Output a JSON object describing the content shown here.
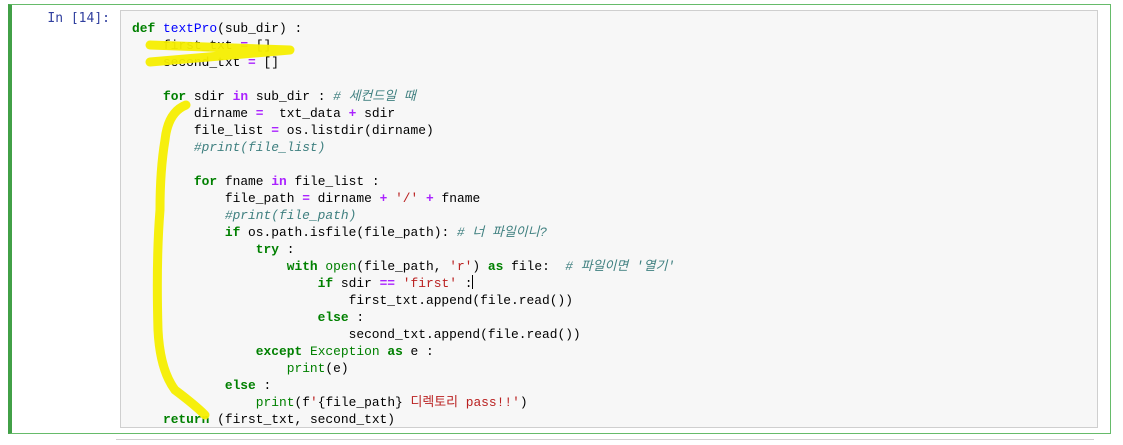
{
  "cell": {
    "prompt": "In [14]:",
    "lines": [
      [
        {
          "t": "kw",
          "v": "def"
        },
        {
          "t": "",
          "v": " "
        },
        {
          "t": "fn",
          "v": "textPro"
        },
        {
          "t": "",
          "v": "(sub_dir) :"
        }
      ],
      [
        {
          "t": "",
          "v": "    first_txt "
        },
        {
          "t": "op",
          "v": "="
        },
        {
          "t": "",
          "v": " []"
        }
      ],
      [
        {
          "t": "",
          "v": "    second_txt "
        },
        {
          "t": "op",
          "v": "="
        },
        {
          "t": "",
          "v": " []"
        }
      ],
      [],
      [
        {
          "t": "",
          "v": "    "
        },
        {
          "t": "kw",
          "v": "for"
        },
        {
          "t": "",
          "v": " sdir "
        },
        {
          "t": "op",
          "v": "in"
        },
        {
          "t": "",
          "v": " sub_dir : "
        },
        {
          "t": "cmt",
          "v": "# 세컨드일 때"
        }
      ],
      [
        {
          "t": "",
          "v": "        dirname "
        },
        {
          "t": "op",
          "v": "="
        },
        {
          "t": "",
          "v": "  txt_data "
        },
        {
          "t": "op",
          "v": "+"
        },
        {
          "t": "",
          "v": " sdir"
        }
      ],
      [
        {
          "t": "",
          "v": "        file_list "
        },
        {
          "t": "op",
          "v": "="
        },
        {
          "t": "",
          "v": " os.listdir(dirname)"
        }
      ],
      [
        {
          "t": "",
          "v": "        "
        },
        {
          "t": "cmt",
          "v": "#print(file_list)"
        }
      ],
      [],
      [
        {
          "t": "",
          "v": "        "
        },
        {
          "t": "kw",
          "v": "for"
        },
        {
          "t": "",
          "v": " fname "
        },
        {
          "t": "op",
          "v": "in"
        },
        {
          "t": "",
          "v": " file_list :"
        }
      ],
      [
        {
          "t": "",
          "v": "            file_path "
        },
        {
          "t": "op",
          "v": "="
        },
        {
          "t": "",
          "v": " dirname "
        },
        {
          "t": "op",
          "v": "+"
        },
        {
          "t": "",
          "v": " "
        },
        {
          "t": "str",
          "v": "'/'"
        },
        {
          "t": "",
          "v": " "
        },
        {
          "t": "op",
          "v": "+"
        },
        {
          "t": "",
          "v": " fname"
        }
      ],
      [
        {
          "t": "",
          "v": "            "
        },
        {
          "t": "cmt",
          "v": "#print(file_path)"
        }
      ],
      [
        {
          "t": "",
          "v": "            "
        },
        {
          "t": "kw",
          "v": "if"
        },
        {
          "t": "",
          "v": " os.path.isfile(file_path): "
        },
        {
          "t": "cmt",
          "v": "# 너 파일이니?"
        }
      ],
      [
        {
          "t": "",
          "v": "                "
        },
        {
          "t": "kw",
          "v": "try"
        },
        {
          "t": "",
          "v": " :"
        }
      ],
      [
        {
          "t": "",
          "v": "                    "
        },
        {
          "t": "kw",
          "v": "with"
        },
        {
          "t": "",
          "v": " "
        },
        {
          "t": "bi",
          "v": "open"
        },
        {
          "t": "",
          "v": "(file_path, "
        },
        {
          "t": "str",
          "v": "'r'"
        },
        {
          "t": "",
          "v": ") "
        },
        {
          "t": "kw",
          "v": "as"
        },
        {
          "t": "",
          "v": " file:  "
        },
        {
          "t": "cmt",
          "v": "# 파일이면 '열기'"
        }
      ],
      [
        {
          "t": "",
          "v": "                        "
        },
        {
          "t": "kw",
          "v": "if"
        },
        {
          "t": "",
          "v": " sdir "
        },
        {
          "t": "op",
          "v": "=="
        },
        {
          "t": "",
          "v": " "
        },
        {
          "t": "str",
          "v": "'first'"
        },
        {
          "t": "",
          "v": " :"
        },
        {
          "t": "cursor",
          "v": ""
        }
      ],
      [
        {
          "t": "",
          "v": "                            first_txt.append(file.read())"
        }
      ],
      [
        {
          "t": "",
          "v": "                        "
        },
        {
          "t": "kw",
          "v": "else"
        },
        {
          "t": "",
          "v": " :"
        }
      ],
      [
        {
          "t": "",
          "v": "                            second_txt.append(file.read())"
        }
      ],
      [
        {
          "t": "",
          "v": "                "
        },
        {
          "t": "kw",
          "v": "except"
        },
        {
          "t": "",
          "v": " "
        },
        {
          "t": "bi",
          "v": "Exception"
        },
        {
          "t": "",
          "v": " "
        },
        {
          "t": "kw",
          "v": "as"
        },
        {
          "t": "",
          "v": " e :"
        }
      ],
      [
        {
          "t": "",
          "v": "                    "
        },
        {
          "t": "bi",
          "v": "print"
        },
        {
          "t": "",
          "v": "(e)"
        }
      ],
      [
        {
          "t": "",
          "v": "            "
        },
        {
          "t": "kw",
          "v": "else"
        },
        {
          "t": "",
          "v": " :"
        }
      ],
      [
        {
          "t": "",
          "v": "                "
        },
        {
          "t": "bi",
          "v": "print"
        },
        {
          "t": "",
          "v": "(f"
        },
        {
          "t": "str",
          "v": "'"
        },
        {
          "t": "",
          "v": "{file_path}"
        },
        {
          "t": "str",
          "v": " 디렉토리 pass!!'"
        },
        {
          "t": "",
          "v": ")"
        }
      ],
      [
        {
          "t": "",
          "v": "    "
        },
        {
          "t": "kw",
          "v": "return"
        },
        {
          "t": "",
          "v": " (first_txt, second_txt)"
        }
      ]
    ]
  },
  "colors": {
    "highlight": "#f5ee00",
    "cell_border": "#42a047",
    "prompt": "#303f9f"
  }
}
